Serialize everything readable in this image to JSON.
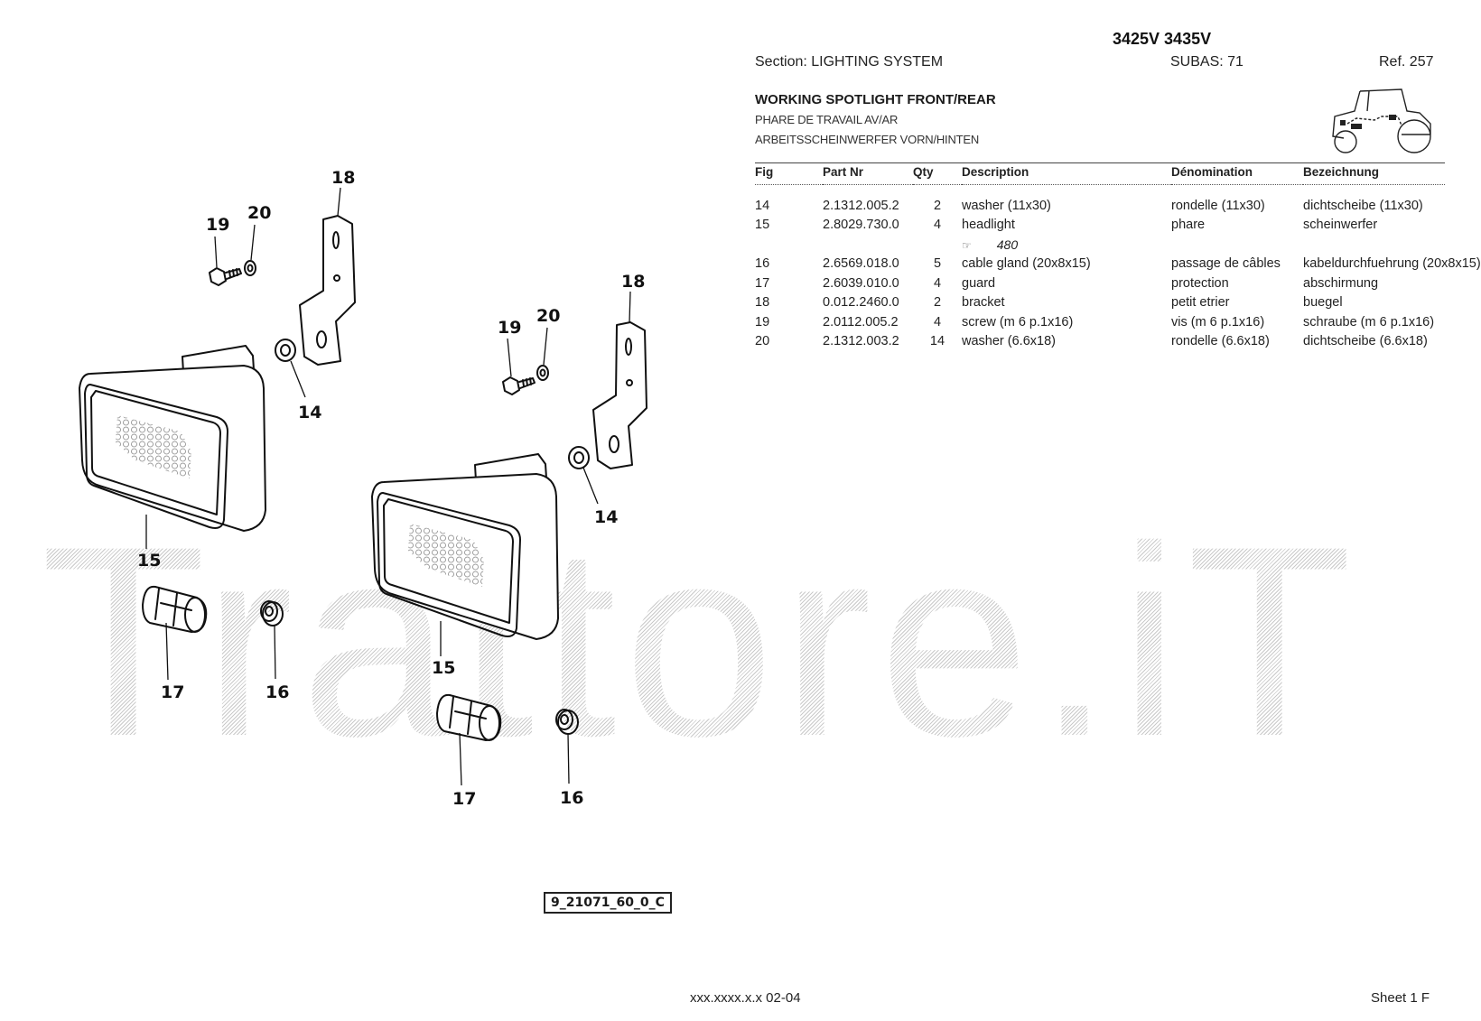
{
  "header": {
    "model": "3425V 3435V",
    "section": "Section: LIGHTING  SYSTEM",
    "subas": "SUBAS: 71",
    "ref": "Ref. 257",
    "title_en": "WORKING SPOTLIGHT FRONT/REAR",
    "title_fr": "PHARE DE TRAVAIL  AV/AR",
    "title_de": "ARBEITSSCHEINWERFER VORN/HINTEN"
  },
  "table": {
    "columns": [
      "Fig",
      "Part Nr",
      "Qty",
      "Description",
      "Dénomination",
      "Bezeichnung"
    ],
    "rows": [
      {
        "fig": "14",
        "part": "2.1312.005.2",
        "qty": "2",
        "desc": "washer (11x30)",
        "denom": "rondelle (11x30)",
        "bez": "dichtscheibe (11x30)"
      },
      {
        "fig": "15",
        "part": "2.8029.730.0",
        "qty": "4",
        "desc": "headlight",
        "denom": "phare",
        "bez": "scheinwerfer"
      },
      {
        "fig": "16",
        "part": "2.6569.018.0",
        "qty": "5",
        "desc": "cable gland (20x8x15)",
        "denom": "passage de câbles",
        "bez": "kabeldurchfuehrung (20x8x15)"
      },
      {
        "fig": "17",
        "part": "2.6039.010.0",
        "qty": "4",
        "desc": "guard",
        "denom": "protection",
        "bez": "abschirmung"
      },
      {
        "fig": "18",
        "part": "0.012.2460.0",
        "qty": "2",
        "desc": "bracket",
        "denom": "petit etrier",
        "bez": "buegel"
      },
      {
        "fig": "19",
        "part": "2.0112.005.2",
        "qty": "4",
        "desc": "screw (m 6 p.1x16)",
        "denom": "vis (m 6 p.1x16)",
        "bez": "schraube (m 6 p.1x16)"
      },
      {
        "fig": "20",
        "part": "2.1312.003.2",
        "qty": "14",
        "desc": "washer (6.6x18)",
        "denom": "rondelle (6.6x18)",
        "bez": "dichtscheibe (6.6x18)"
      }
    ],
    "note_ref": "480"
  },
  "drawing": {
    "labels": {
      "l19a": "19",
      "l20a": "20",
      "l18a": "18",
      "l14a": "14",
      "l15a": "15",
      "l17a": "17",
      "l16a": "16",
      "l19b": "19",
      "l20b": "20",
      "l18b": "18",
      "l14b": "14",
      "l15b": "15",
      "l17b": "17",
      "l16b": "16"
    },
    "code": "9_21071_60_0_C"
  },
  "watermark": "Trattore.iT",
  "footer": {
    "code": "xxx.xxxx.x.x  02-04",
    "sheet": "Sheet 1 F"
  }
}
